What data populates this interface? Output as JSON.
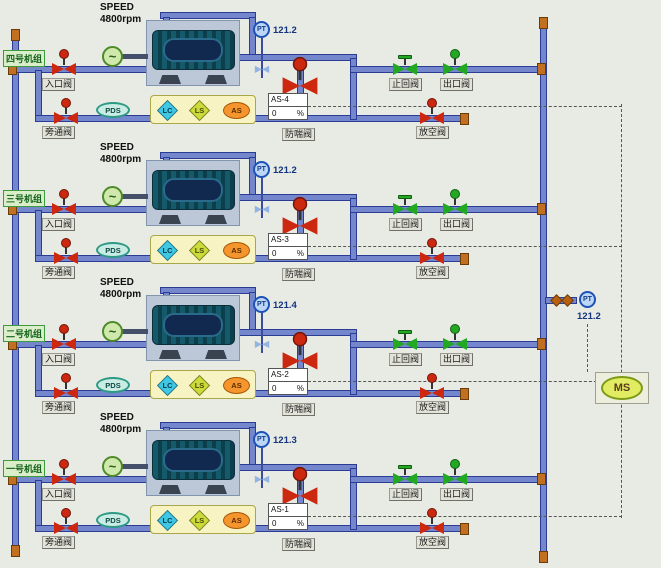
{
  "colors": {
    "background": "#e7ebe3",
    "pipe": "#7486cc",
    "pipe_border": "#2c3c94",
    "valve_open": "#22a822",
    "valve_closed": "#cc2810",
    "flange": "#c07020",
    "panel_yellow": "#f7f3c2",
    "lc_blue": "#3fc8e6",
    "ls_yellow": "#ccdb3a",
    "as_orange": "#f5952d",
    "pt_blue": "#1f52b8",
    "ms_fill": "#e2ec62",
    "pump_teal": "#155a6a",
    "motor_green": "#cfe9ad"
  },
  "units": [
    {
      "name": "四号机组",
      "speed_label": "SPEED",
      "speed_value": "4800rpm",
      "pt_label": "PT",
      "pt_value": "121.2",
      "pds_label": "PDS",
      "lc_label": "LC",
      "ls_label": "LS",
      "as_label": "AS",
      "as_tag": "AS-4",
      "as_value": "0",
      "as_pct": "%",
      "valve_inlet": "入口阀",
      "valve_bypass": "旁通阀",
      "valve_check": "止回阀",
      "valve_outlet": "出口阀",
      "valve_vent": "放空阀",
      "valve_antisurge": "防喘阀"
    },
    {
      "name": "三号机组",
      "speed_label": "SPEED",
      "speed_value": "4800rpm",
      "pt_label": "PT",
      "pt_value": "121.2",
      "pds_label": "PDS",
      "lc_label": "LC",
      "ls_label": "LS",
      "as_label": "AS",
      "as_tag": "AS-3",
      "as_value": "0",
      "as_pct": "%",
      "valve_inlet": "入口阀",
      "valve_bypass": "旁通阀",
      "valve_check": "止回阀",
      "valve_outlet": "出口阀",
      "valve_vent": "放空阀",
      "valve_antisurge": "防喘阀"
    },
    {
      "name": "二号机组",
      "speed_label": "SPEED",
      "speed_value": "4800rpm",
      "pt_label": "PT",
      "pt_value": "121.4",
      "pds_label": "PDS",
      "lc_label": "LC",
      "ls_label": "LS",
      "as_label": "AS",
      "as_tag": "AS-2",
      "as_value": "0",
      "as_pct": "%",
      "valve_inlet": "入口阀",
      "valve_bypass": "旁通阀",
      "valve_check": "止回阀",
      "valve_outlet": "出口阀",
      "valve_vent": "放空阀",
      "valve_antisurge": "防喘阀"
    },
    {
      "name": "一号机组",
      "speed_label": "SPEED",
      "speed_value": "4800rpm",
      "pt_label": "PT",
      "pt_value": "121.3",
      "pds_label": "PDS",
      "lc_label": "LC",
      "ls_label": "LS",
      "as_label": "AS",
      "as_tag": "AS-1",
      "as_value": "0",
      "as_pct": "%",
      "valve_inlet": "入口阀",
      "valve_bypass": "旁通阀",
      "valve_check": "止回阀",
      "valve_outlet": "出口阀",
      "valve_vent": "放空阀",
      "valve_antisurge": "防喘阀"
    }
  ],
  "right_side": {
    "pt_label": "PT",
    "pt_value": "121.2",
    "ms_label": "MS"
  }
}
